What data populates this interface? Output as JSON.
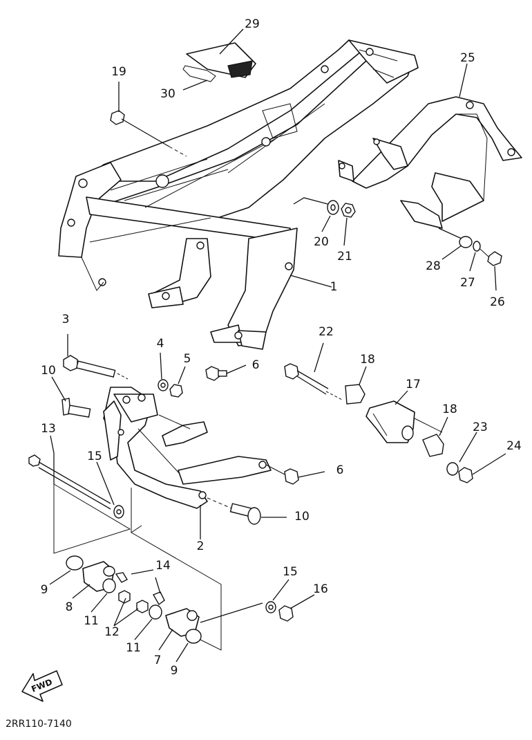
{
  "diagram": {
    "callouts": [
      {
        "id": "c1",
        "text": "1"
      },
      {
        "id": "c2",
        "text": "2"
      },
      {
        "id": "c3",
        "text": "3"
      },
      {
        "id": "c4",
        "text": "4"
      },
      {
        "id": "c5",
        "text": "5"
      },
      {
        "id": "c6a",
        "text": "6"
      },
      {
        "id": "c6b",
        "text": "6"
      },
      {
        "id": "c7",
        "text": "7"
      },
      {
        "id": "c8",
        "text": "8"
      },
      {
        "id": "c9a",
        "text": "9"
      },
      {
        "id": "c9b",
        "text": "9"
      },
      {
        "id": "c10a",
        "text": "10"
      },
      {
        "id": "c10b",
        "text": "10"
      },
      {
        "id": "c11a",
        "text": "11"
      },
      {
        "id": "c11b",
        "text": "11"
      },
      {
        "id": "c12",
        "text": "12"
      },
      {
        "id": "c13",
        "text": "13"
      },
      {
        "id": "c14",
        "text": "14"
      },
      {
        "id": "c15a",
        "text": "15"
      },
      {
        "id": "c15b",
        "text": "15"
      },
      {
        "id": "c16",
        "text": "16"
      },
      {
        "id": "c17",
        "text": "17"
      },
      {
        "id": "c18a",
        "text": "18"
      },
      {
        "id": "c18b",
        "text": "18"
      },
      {
        "id": "c19",
        "text": "19"
      },
      {
        "id": "c20",
        "text": "20"
      },
      {
        "id": "c21",
        "text": "21"
      },
      {
        "id": "c22",
        "text": "22"
      },
      {
        "id": "c23",
        "text": "23"
      },
      {
        "id": "c24",
        "text": "24"
      },
      {
        "id": "c25",
        "text": "25"
      },
      {
        "id": "c26",
        "text": "26"
      },
      {
        "id": "c27",
        "text": "27"
      },
      {
        "id": "c28",
        "text": "28"
      },
      {
        "id": "c29",
        "text": "29"
      },
      {
        "id": "c30",
        "text": "30"
      }
    ],
    "fwd_label": "FWD",
    "diagram_code": "2RR110-7140"
  }
}
